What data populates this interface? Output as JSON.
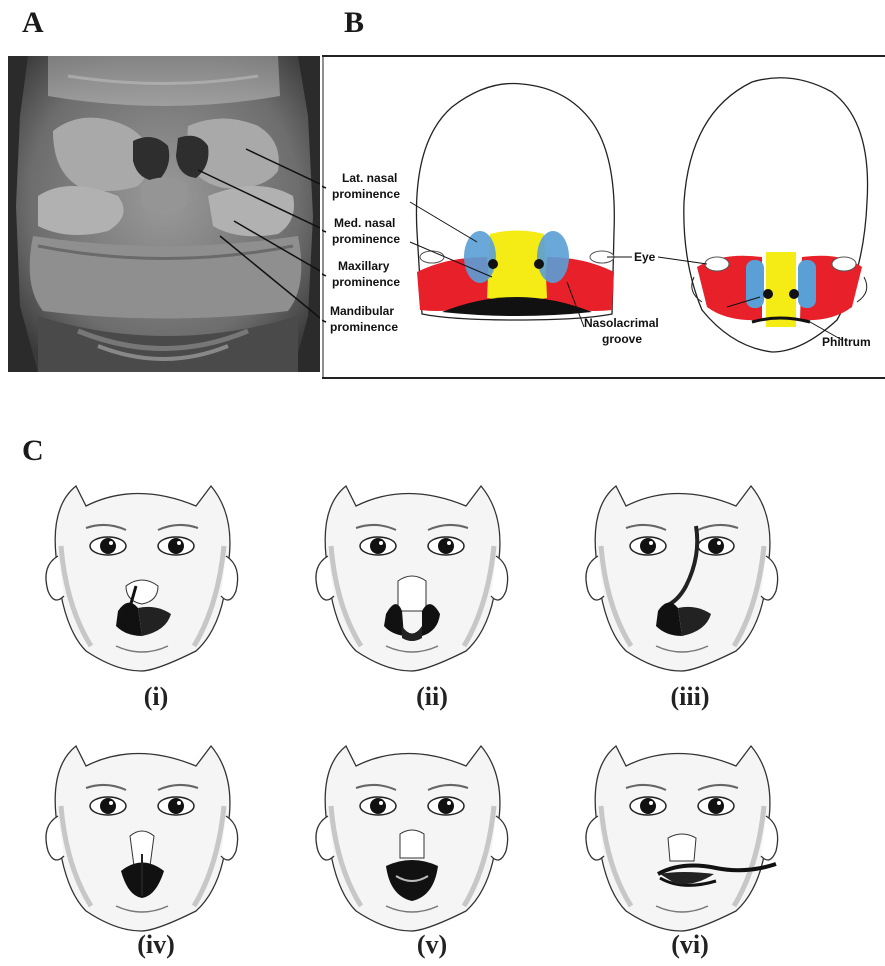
{
  "panels": {
    "a": "A",
    "b": "B",
    "c": "C"
  },
  "panel_b": {
    "labels": {
      "lat_nasal_1": "Lat. nasal",
      "lat_nasal_2": "prominence",
      "med_nasal_1": "Med. nasal",
      "med_nasal_2": "prominence",
      "maxillary_1": "Maxillary",
      "maxillary_2": "prominence",
      "mandibular_1": "Mandibular",
      "mandibular_2": "prominence",
      "eye": "Eye",
      "nasolacrimal_1": "Nasolacrimal",
      "nasolacrimal_2": "groove",
      "philtrum": "Philtrum"
    },
    "colors": {
      "maxillary": "#e8202a",
      "medial_nasal": "#f4ec14",
      "lateral_nasal": "#5a9fd6",
      "mandibular": "#111111"
    }
  },
  "panel_c": {
    "captions": [
      "(i)",
      "(ii)",
      "(iii)",
      "(iv)",
      "(v)",
      "(vi)"
    ]
  }
}
